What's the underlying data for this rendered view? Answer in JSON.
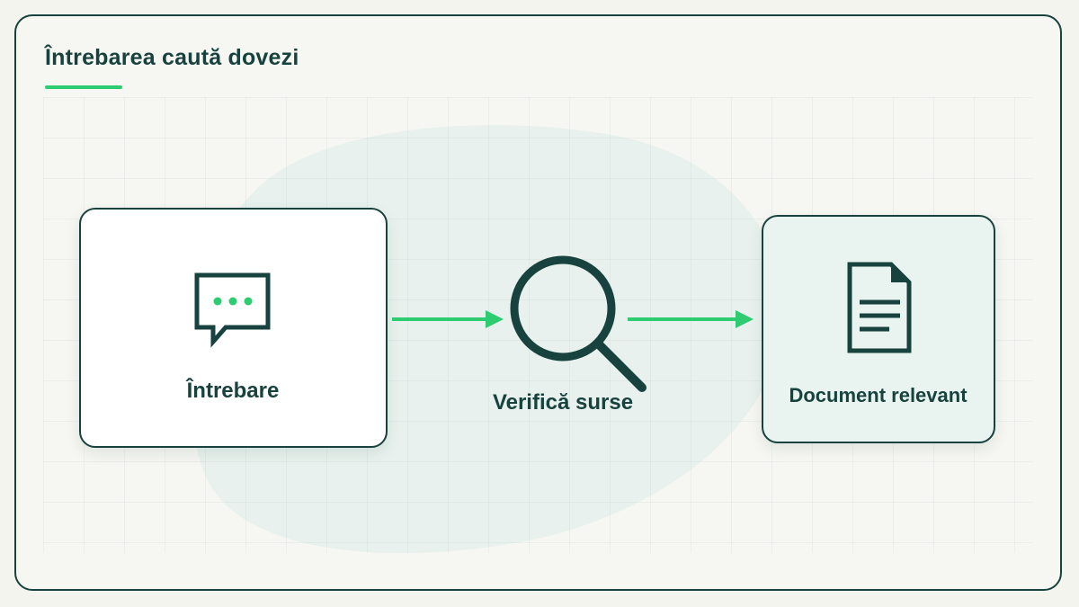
{
  "title": "Întrebarea caută dovezi",
  "nodes": {
    "question": {
      "label": "Întrebare",
      "icon": "chat-bubble-icon"
    },
    "search": {
      "label": "Verifică surse",
      "icon": "magnifier-icon"
    },
    "document": {
      "label": "Document relevant",
      "icon": "document-icon"
    }
  },
  "edges": [
    {
      "from": "question",
      "to": "search"
    },
    {
      "from": "search",
      "to": "document"
    }
  ],
  "colors": {
    "ink": "#17423d",
    "accent": "#2ecc71",
    "background": "#f6f6f2",
    "doc_card": "#e9f4f0",
    "blob": "#e8f1ed"
  }
}
